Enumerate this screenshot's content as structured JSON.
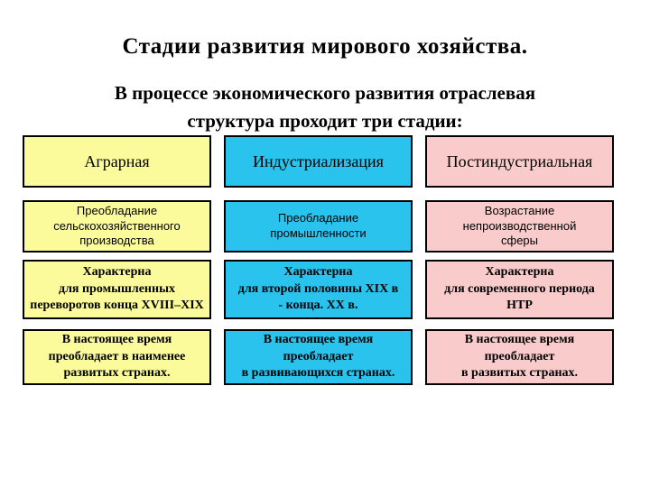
{
  "slide": {
    "title": "Стадии развития мирового хозяйства.",
    "subtitle": "В процессе экономического развития отраслевая\nструктура проходит три стадии:"
  },
  "colors": {
    "agrarian": "#FBFB9B",
    "industrialization": "#29C3EE",
    "postindustrial": "#F9CBCB",
    "border": "#000000",
    "background": "#FFFFFF"
  },
  "columns": [
    {
      "id": "agrarian",
      "header": "Аграрная",
      "dominance": "Преобладание\nсельскохозяйственного\nпроизводства",
      "period": "Характерна\nдля промышленных\nпереворотов конца XVIII–XIX",
      "present": "В настоящее время\nпреобладает в наименее\nразвитых странах."
    },
    {
      "id": "industrialization",
      "header": "Индустриализация",
      "dominance": "Преобладание\nпромышленности",
      "period": "Характерна\nдля второй половины XIX в\n- конца. XX в.",
      "present": "В настоящее время\nпреобладает\nв развивающихся странах."
    },
    {
      "id": "postindustrial",
      "header": "Постиндустриальная",
      "dominance": "Возрастание\nнепроизводственной\nсферы",
      "period": "Характерна\nдля современного периода НТР",
      "present": "В настоящее время\nпреобладает\nв развитых странах."
    }
  ]
}
